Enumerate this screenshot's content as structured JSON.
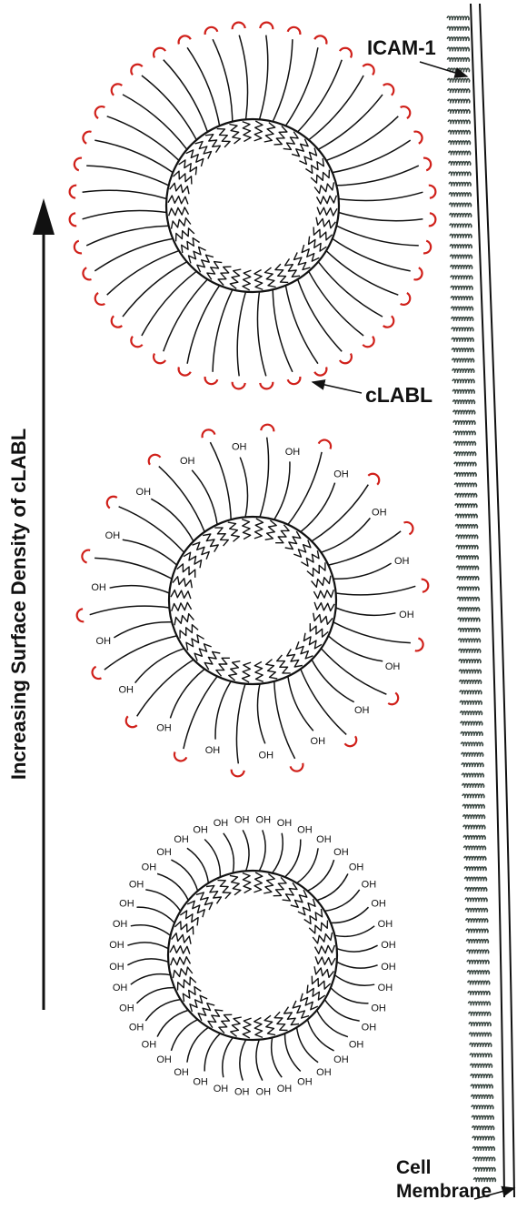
{
  "labels": {
    "receptor": "ICAM-1",
    "ligand": "cLABL",
    "membrane_line1": "Cell",
    "membrane_line2": "Membrane",
    "axis": "Increasing Surface Density of cLABL",
    "terminal_group": "OH"
  },
  "colors": {
    "ligand": "#d0201a",
    "ink": "#111111",
    "receptor": "#3d4a45"
  },
  "particles": [
    {
      "name": "particle-high-density",
      "ligand_fraction": 1.0
    },
    {
      "name": "particle-medium-density",
      "ligand_fraction": 0.5
    },
    {
      "name": "particle-no-ligand",
      "ligand_fraction": 0.0
    }
  ],
  "icons": {
    "ligand": "cup-ligand-icon",
    "receptor": "coiled-receptor-icon",
    "arrow": "arrow-icon"
  }
}
